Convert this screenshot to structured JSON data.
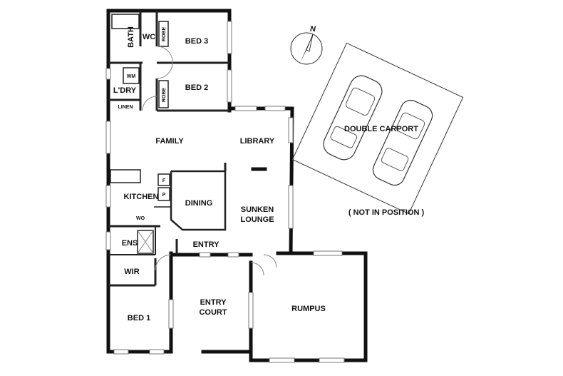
{
  "rooms": {
    "bed3": "BED 3",
    "bed2": "BED 2",
    "bed1": "BED 1",
    "bath": "BATH",
    "wc": "WC",
    "robe": "ROBE",
    "wm": "WM",
    "laundry": "L'DRY",
    "linen": "LINEN",
    "family": "FAMILY",
    "library": "LIBRARY",
    "kitchen": "KITCHEN",
    "fridge": "F",
    "pantry": "P",
    "wall_oven": "WO",
    "dining": "DINING",
    "sunken_lounge_1": "SUNKEN",
    "sunken_lounge_2": "LOUNGE",
    "ensuite": "ENS",
    "entry": "ENTRY",
    "wir": "WIR",
    "entry_court_1": "ENTRY",
    "entry_court_2": "COURT",
    "rumpus": "RUMPUS"
  },
  "carport": {
    "label": "DOUBLE CARPORT",
    "note": "( NOT IN POSITION )"
  },
  "compass": {
    "label": "N"
  }
}
